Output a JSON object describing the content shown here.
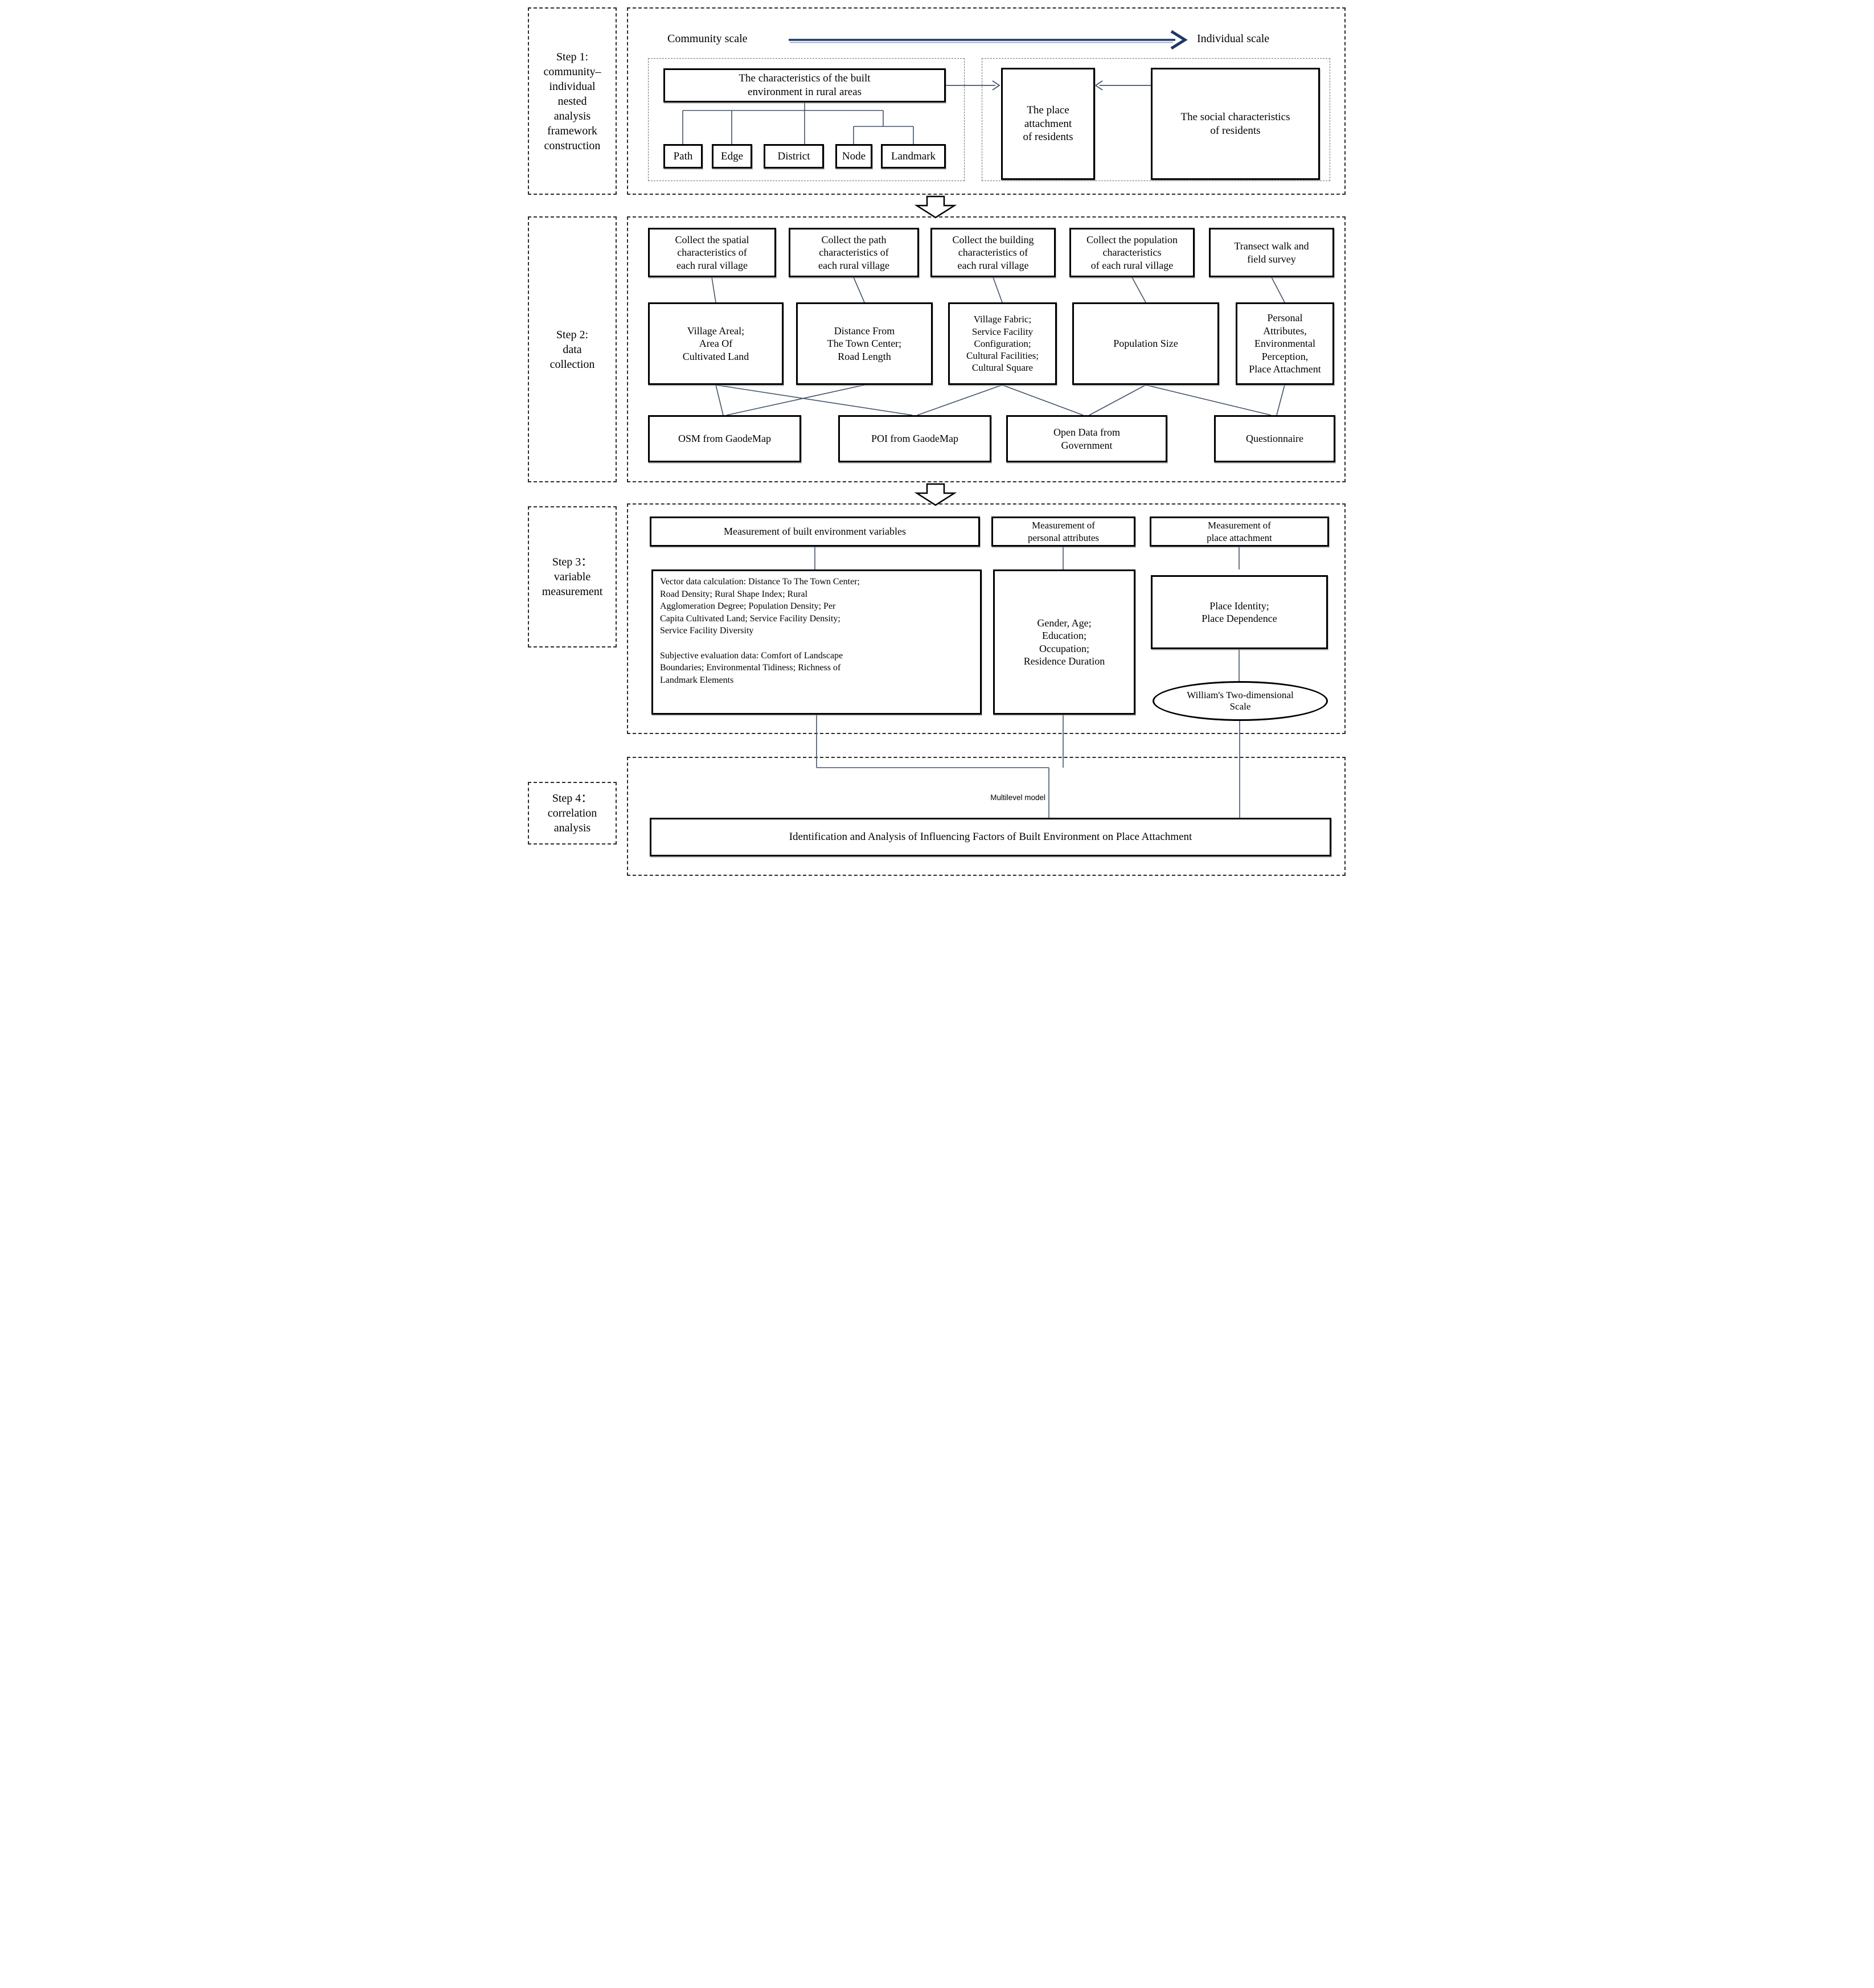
{
  "colors": {
    "connector": "#44546a",
    "arrow_main": "#1f3864",
    "arrow_secondary": "#9eb3d6",
    "box_border": "#000000"
  },
  "step_labels": [
    {
      "text": "Step 1:\ncommunity–\nindividual\nnested\nanalysis\nframework\nconstruction"
    },
    {
      "text": "Step 2:\ndata\ncollection"
    },
    {
      "text": "Step 3：\nvariable\nmeasurement"
    },
    {
      "text": "Step 4：\ncorrelation\nanalysis"
    }
  ],
  "step1": {
    "community_scale": "Community scale",
    "individual_scale": "Individual scale",
    "built_environment_box": "The characteristics of the built\nenvironment in rural areas",
    "elements": [
      "Path",
      "Edge",
      "District",
      "Node",
      "Landmark"
    ],
    "place_attachment_box": "The place\nattachment\nof residents",
    "social_characteristics_box": "The social characteristics\nof residents"
  },
  "step2": {
    "collect_boxes": [
      "Collect the spatial\ncharacteristics of\neach rural village",
      "Collect the path\ncharacteristics of\neach rural village",
      "Collect the building\ncharacteristics of\neach rural village",
      "Collect the population\ncharacteristics\nof each rural village",
      "Transect walk and\nfield survey"
    ],
    "variable_boxes": [
      "Village Areal;\nArea Of\nCultivated Land",
      "Distance From\nThe Town Center;\nRoad Length",
      "Village Fabric;\nService Facility\nConfiguration;\nCultural Facilities;\nCultural Square",
      "Population Size",
      "Personal\nAttributes,\nEnvironmental\nPerception,\nPlace Attachment"
    ],
    "source_boxes": [
      "OSM from GaodeMap",
      "POI from GaodeMap",
      "Open Data from\nGovernment",
      "Questionnaire"
    ]
  },
  "step3": {
    "headers": [
      "Measurement of built environment variables",
      "Measurement of\npersonal attributes",
      "Measurement of\nplace attachment"
    ],
    "built_env_variables": "Vector data calculation: Distance To The Town Center;\nRoad Density; Rural Shape Index; Rural\nAgglomeration Degree; Population Density; Per\nCapita Cultivated Land; Service Facility Density;\nService Facility Diversity\n\nSubjective evaluation data: Comfort of Landscape\nBoundaries; Environmental Tidiness; Richness of\nLandmark Elements",
    "personal_attributes": "Gender, Age;\nEducation;\nOccupation;\nResidence Duration",
    "place_attachment_vars": "Place Identity;\nPlace Dependence",
    "scale_ellipse": "William's Two-dimensional\nScale"
  },
  "step4": {
    "model_label": "Multilevel model",
    "result_box": "Identification and Analysis of Influencing Factors of Built Environment on Place Attachment"
  }
}
